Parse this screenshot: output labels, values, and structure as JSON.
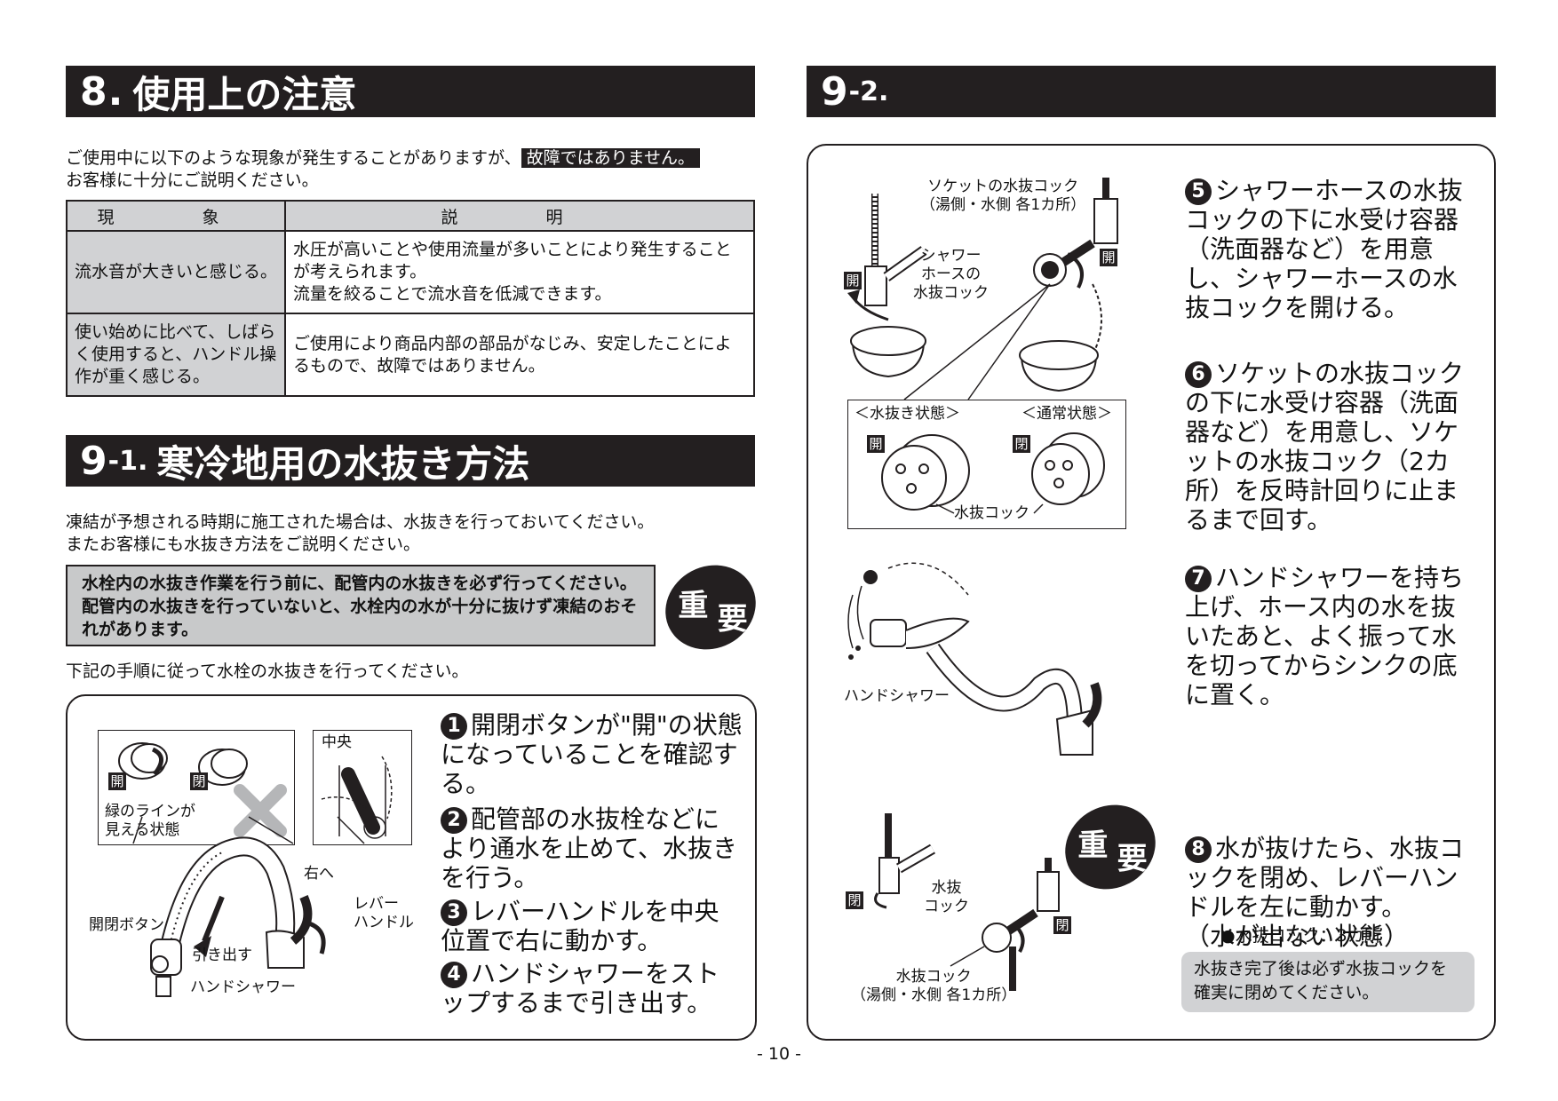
{
  "left": {
    "section8": {
      "num": "8.",
      "title": "使用上の注意",
      "intro1": "ご使用中に以下のような現象が発生することがありますが、",
      "intro_highlight": "故障ではありません。",
      "intro2": "お客様に十分にご説明ください。",
      "table": {
        "headers": [
          "現　象",
          "説　明"
        ],
        "rows": [
          {
            "phenomenon": "流水音が大きいと感じる。",
            "explanation": "水圧が高いことや使用流量が多いことにより発生することが考えられます。\n流量を絞ることで流水音を低減できます。"
          },
          {
            "phenomenon": "使い始めに比べて、しばらく使用すると、ハンドル操作が重く感じる。",
            "explanation": "ご使用により商品内部の部品がなじみ、安定したことによるもので、故障ではありません。"
          }
        ]
      }
    },
    "section91": {
      "num": "9",
      "sub": "-1.",
      "title": "寒冷地用の水抜き方法",
      "intro1": "凍結が予想される時期に施工された場合は、水抜きを行っておいてください。",
      "intro2": "またお客様にも水抜き方法をご説明ください。",
      "warning": "水栓内の水抜き作業を行う前に、配管内の水抜きを必ず行ってください。配管内の水抜きを行っていないと、水栓内の水が十分に抜けず凍結のおそれがあります。",
      "badge": [
        "重",
        "要"
      ],
      "procedure_intro": "下記の手順に従って水栓の水抜きを行ってください。",
      "diagram_labels": {
        "open": "開",
        "closed": "閉",
        "green_line": "緑のラインが\n見える状態",
        "center": "中央",
        "switch_button": "開閉ボタン",
        "pull_out": "引き出す",
        "hand_shower": "ハンドシャワー",
        "to_right": "右へ",
        "lever_handle": "レバー\nハンドル"
      },
      "steps": [
        {
          "n": "1",
          "text": "開閉ボタンが\"開\"の状態になっていることを確認する。"
        },
        {
          "n": "2",
          "text": "配管部の水抜栓などにより通水を止めて、水抜きを行う。"
        },
        {
          "n": "3",
          "text": "レバーハンドルを中央位置で右に動かす。"
        },
        {
          "n": "4",
          "text": "ハンドシャワーをストップするまで引き出す。"
        }
      ]
    }
  },
  "right": {
    "section92": {
      "num": "9",
      "sub": "-2."
    },
    "diagram_labels": {
      "socket_cock": "ソケットの水抜コック\n（湯側・水側 各1カ所）",
      "shower_hose_cock": "シャワー\nホースの\n水抜コック",
      "open": "開",
      "closed": "閉",
      "drain_state": "＜水抜き状態＞",
      "normal_state": "＜通常状態＞",
      "drain_cock": "水抜コック",
      "hand_shower": "ハンドシャワー",
      "drain_cock2": "水抜\nコック",
      "drain_cock3": "水抜コック\n（湯側・水側 各1カ所）"
    },
    "badge": [
      "重",
      "要"
    ],
    "steps": [
      {
        "n": "5",
        "text": "シャワーホースの水抜コックの下に水受け容器（洗面器など）を用意し、シャワーホースの水抜コックを開ける。"
      },
      {
        "n": "6",
        "text": "ソケットの水抜コックの下に水受け容器（洗面器など）を用意し、ソケットの水抜コック（2カ所）を反時計回りに止まるまで回す。"
      },
      {
        "n": "7",
        "text": "ハンドシャワーを持ち上げ、ホース内の水を抜いたあと、よく振って水を切ってからシンクの底に置く。"
      },
      {
        "n": "8",
        "text": "水が抜けたら、水抜コックを閉め、レバーハンドルを左に動かす。\n（水が出ない状態）"
      }
    ],
    "step8_note": "●水抜コック：3カ所",
    "final_note": "水抜き完了後は必ず水抜コックを確実に閉めてください。"
  },
  "page_number": "- 10 -"
}
